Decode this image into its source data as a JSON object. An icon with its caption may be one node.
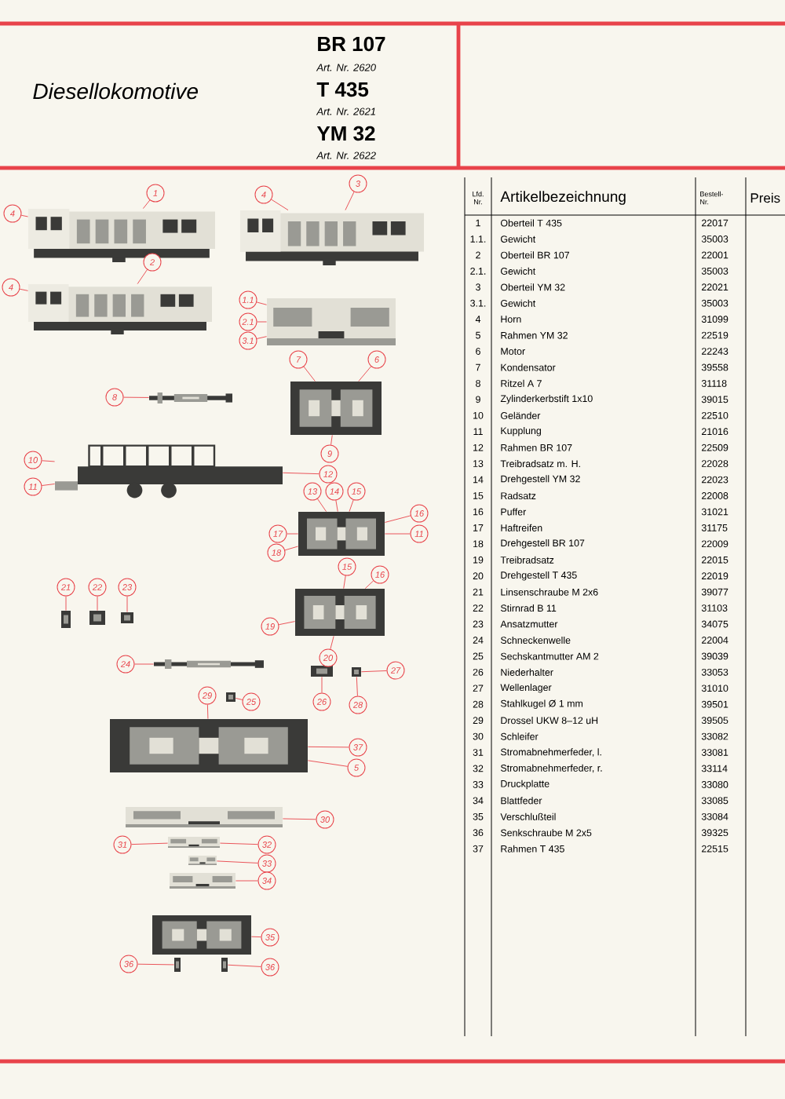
{
  "diagram": {
    "nodes": [
      {
        "text": [],
        "shape": "picture"
      },
      {
        "text": [],
        "shape": "picture"
      },
      {
        "text": [],
        "shape": "picture"
      },
      {
        "text": [],
        "shape": "picture"
      },
      {
        "text": [],
        "shape": "picture"
      },
      {
        "text": [],
        "shape": "picture"
      },
      {
        "text": [],
        "shape": "picture"
      },
      {
        "text": [],
        "shape": "picture"
      },
      {
        "text": [],
        "shape": "picture"
      },
      {
        "text": [],
        "shape": "picture"
      },
      {
        "text": [],
        "shape": "picture"
      },
      {
        "text": [],
        "shape": "picture"
      },
      {
        "text": [],
        "shape": "picture"
      },
      {
        "text": [],
        "shape": "picture"
      },
      {
        "text": [],
        "shape": "picture"
      },
      {
        "text": [],
        "shape": "picture"
      },
      {
        "text": [],
        "shape": "picture"
      },
      {
        "text": [],
        "shape": "picture"
      },
      {
        "text": [],
        "shape": "picture"
      },
      {
        "text": [],
        "shape": "picture"
      },
      {
        "text": [],
        "shape": "picture"
      },
      {
        "text": [],
        "shape": "picture"
      },
      {
        "text": [],
        "shape": "picture"
      },
      {
        "text": [],
        "shape": "picture"
      },
      {
        "text": [
          "4"
        ]
      },
      {
        "text": [
          "1"
        ]
      },
      {
        "text": [
          "4"
        ]
      },
      {
        "text": [
          "3"
        ]
      },
      {
        "text": [
          "4"
        ]
      },
      {
        "text": [
          "2"
        ]
      },
      {
        "text": [
          "1.1"
        ]
      },
      {
        "text": [
          "2.1"
        ]
      },
      {
        "text": [
          "3.1"
        ]
      },
      {
        "text": [
          "8"
        ]
      },
      {
        "text": [
          "7"
        ]
      },
      {
        "text": [
          "6"
        ]
      },
      {
        "text": [
          "9"
        ]
      },
      {
        "text": [
          "10"
        ]
      },
      {
        "text": [
          "11"
        ]
      },
      {
        "text": [
          "12"
        ]
      },
      {
        "text": [
          "13"
        ]
      },
      {
        "text": [
          "14"
        ]
      },
      {
        "text": [
          "15"
        ]
      },
      {
        "text": [
          "16"
        ]
      },
      {
        "text": [
          "11"
        ]
      },
      {
        "text": [
          "17"
        ]
      },
      {
        "text": [
          "18"
        ]
      },
      {
        "text": [
          "15"
        ]
      },
      {
        "text": [
          "16"
        ]
      },
      {
        "text": [
          "19"
        ]
      },
      {
        "text": [
          "20"
        ]
      },
      {
        "text": [
          "21"
        ]
      },
      {
        "text": [
          "22"
        ]
      },
      {
        "text": [
          "23"
        ]
      },
      {
        "text": [
          "24"
        ]
      },
      {
        "text": [
          "26"
        ]
      },
      {
        "text": [
          "27"
        ]
      },
      {
        "text": [
          "28"
        ]
      },
      {
        "text": [
          "29"
        ]
      },
      {
        "text": [
          "25"
        ]
      },
      {
        "text": [
          "37"
        ]
      },
      {
        "text": [
          "5"
        ]
      },
      {
        "text": [
          "30"
        ]
      },
      {
        "text": [
          "31"
        ]
      },
      {
        "text": [
          "32"
        ]
      },
      {
        "text": [
          "33"
        ]
      },
      {
        "text": [
          "34"
        ]
      },
      {
        "text": [
          "35"
        ]
      },
      {
        "text": [
          "36"
        ]
      },
      {
        "text": [
          "36"
        ]
      }
    ],
    "edges": [
      {
        "from": 24,
        "to": 0,
        "arrow": "none"
      },
      {
        "from": 25,
        "to": 0,
        "arrow": "none"
      },
      {
        "from": 26,
        "to": 1,
        "arrow": "none"
      },
      {
        "from": 27,
        "to": 1,
        "arrow": "none"
      },
      {
        "from": 28,
        "to": 2,
        "arrow": "none"
      },
      {
        "from": 29,
        "to": 2,
        "arrow": "none"
      },
      {
        "from": 30,
        "to": 3,
        "arrow": "none"
      },
      {
        "from": 31,
        "to": 3,
        "arrow": "none"
      },
      {
        "from": 32,
        "to": 3,
        "arrow": "none"
      },
      {
        "from": 33,
        "to": 4,
        "arrow": "none"
      },
      {
        "from": 34,
        "to": 5,
        "arrow": "none"
      },
      {
        "from": 35,
        "to": 5,
        "arrow": "none"
      },
      {
        "from": 36,
        "to": 5,
        "arrow": "none"
      },
      {
        "from": 37,
        "to": 6,
        "arrow": "none"
      },
      {
        "from": 38,
        "to": 6,
        "arrow": "none"
      },
      {
        "from": 39,
        "to": 6,
        "arrow": "none"
      },
      {
        "from": 40,
        "to": 7,
        "arrow": "none"
      },
      {
        "from": 41,
        "to": 7,
        "arrow": "none"
      },
      {
        "from": 42,
        "to": 7,
        "arrow": "none"
      },
      {
        "from": 43,
        "to": 7,
        "arrow": "none"
      },
      {
        "from": 44,
        "to": 7,
        "arrow": "none"
      },
      {
        "from": 45,
        "to": 7,
        "arrow": "none"
      },
      {
        "from": 46,
        "to": 7,
        "arrow": "none"
      },
      {
        "from": 47,
        "to": 11,
        "arrow": "none"
      },
      {
        "from": 48,
        "to": 11,
        "arrow": "none"
      },
      {
        "from": 49,
        "to": 11,
        "arrow": "none"
      },
      {
        "from": 50,
        "to": 11,
        "arrow": "none"
      },
      {
        "from": 51,
        "to": 8,
        "arrow": "none"
      },
      {
        "from": 52,
        "to": 9,
        "arrow": "none"
      },
      {
        "from": 53,
        "to": 10,
        "arrow": "none"
      },
      {
        "from": 54,
        "to": 12,
        "arrow": "none"
      },
      {
        "from": 55,
        "to": 13,
        "arrow": "none"
      },
      {
        "from": 56,
        "to": 14,
        "arrow": "none"
      },
      {
        "from": 57,
        "to": 14,
        "arrow": "none"
      },
      {
        "from": 58,
        "to": 16,
        "arrow": "none"
      },
      {
        "from": 59,
        "to": 15,
        "arrow": "none"
      },
      {
        "from": 60,
        "to": 16,
        "arrow": "none"
      },
      {
        "from": 61,
        "to": 16,
        "arrow": "none"
      },
      {
        "from": 62,
        "to": 17,
        "arrow": "none"
      },
      {
        "from": 63,
        "to": 18,
        "arrow": "none"
      },
      {
        "from": 64,
        "to": 18,
        "arrow": "none"
      },
      {
        "from": 65,
        "to": 19,
        "arrow": "none"
      },
      {
        "from": 66,
        "to": 20,
        "arrow": "none"
      },
      {
        "from": 67,
        "to": 21,
        "arrow": "none"
      },
      {
        "from": 68,
        "to": 22,
        "arrow": "none"
      },
      {
        "from": 69,
        "to": 23,
        "arrow": "none"
      }
    ],
    "labels": [
      "Diesellokomotive",
      "BR 107",
      "Art. Nr. 2620",
      "T 435",
      "Art. Nr. 2621",
      "YM 32",
      "Art. Nr. 2622",
      "Lfd. Nr.",
      "Artikelbezeichnung",
      "Bestell- Nr.",
      "Preis",
      "1",
      "Oberteil T 435",
      "22017",
      "1.1.",
      "Gewicht",
      "35003",
      "2",
      "Oberteil BR 107",
      "22001",
      "2.1.",
      "Gewicht",
      "35003",
      "3",
      "Oberteil YM 32",
      "22021",
      "3.1.",
      "Gewicht",
      "35003",
      "4",
      "Horn",
      "31099",
      "5",
      "Rahmen YM 32",
      "22519",
      "6",
      "Motor",
      "22243",
      "7",
      "Kondensator",
      "39558",
      "8",
      "Ritzel A 7",
      "31118",
      "9",
      "Zylinderkerbstift 1x10",
      "39015",
      "10",
      "Geländer",
      "22510",
      "11",
      "Kupplung",
      "21016",
      "12",
      "Rahmen BR 107",
      "22509",
      "13",
      "Treibradsatz m. H.",
      "22028",
      "14",
      "Drehgestell YM 32",
      "22023",
      "15",
      "Radsatz",
      "22008",
      "16",
      "Puffer",
      "31021",
      "17",
      "Haftreifen",
      "31175",
      "18",
      "Drehgestell BR 107",
      "22009",
      "19",
      "Treibradsatz",
      "22015",
      "20",
      "Drehgestell T 435",
      "22019",
      "21",
      "Linsenschraube M 2x6",
      "39077",
      "22",
      "Stirnrad B 11",
      "31103",
      "23",
      "Ansatzmutter",
      "34075",
      "24",
      "Schneckenwelle",
      "22004",
      "25",
      "Sechskantmutter AM 2",
      "39039",
      "26",
      "Niederhalter",
      "33053",
      "27",
      "Wellenlager",
      "31010",
      "28",
      "Stahlkugel Ø 1 mm",
      "39501",
      "29",
      "Drossel UKW 8–12 uH",
      "39505",
      "30",
      "Schleifer",
      "33082",
      "31",
      "Stromabnehmerfeder, l.",
      "33081",
      "32",
      "Stromabnehmerfeder, r.",
      "33114",
      "33",
      "Druckplatte",
      "33080",
      "34",
      "Blattfeder",
      "33085",
      "35",
      "Verschlußteil",
      "33084",
      "36",
      "Senkschraube M 2x5",
      "39325",
      "37",
      "Rahmen T 435",
      "22515"
    ]
  }
}
